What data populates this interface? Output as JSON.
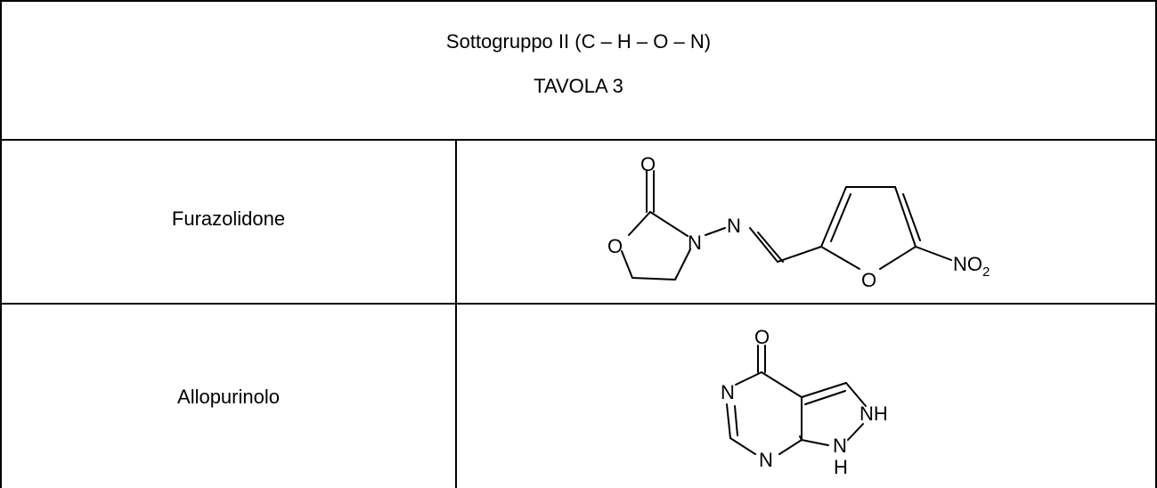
{
  "header": {
    "title": "Sottogruppo II (C – H – O – N)",
    "subtitle": "TAVOLA 3"
  },
  "rows": [
    {
      "name": "Furazolidone",
      "atoms": {
        "o_carbonyl": "O",
        "o_ring": "O",
        "n_ring": "N",
        "n_imine": "N",
        "o_furan": "O",
        "nitro": "NO",
        "nitro_sub": "2"
      }
    },
    {
      "name": "Allopurinolo",
      "atoms": {
        "o_carbonyl": "O",
        "n1": "N",
        "n3": "N",
        "nh": "NH",
        "n_bottom": "N",
        "h_bottom": "H"
      }
    }
  ]
}
